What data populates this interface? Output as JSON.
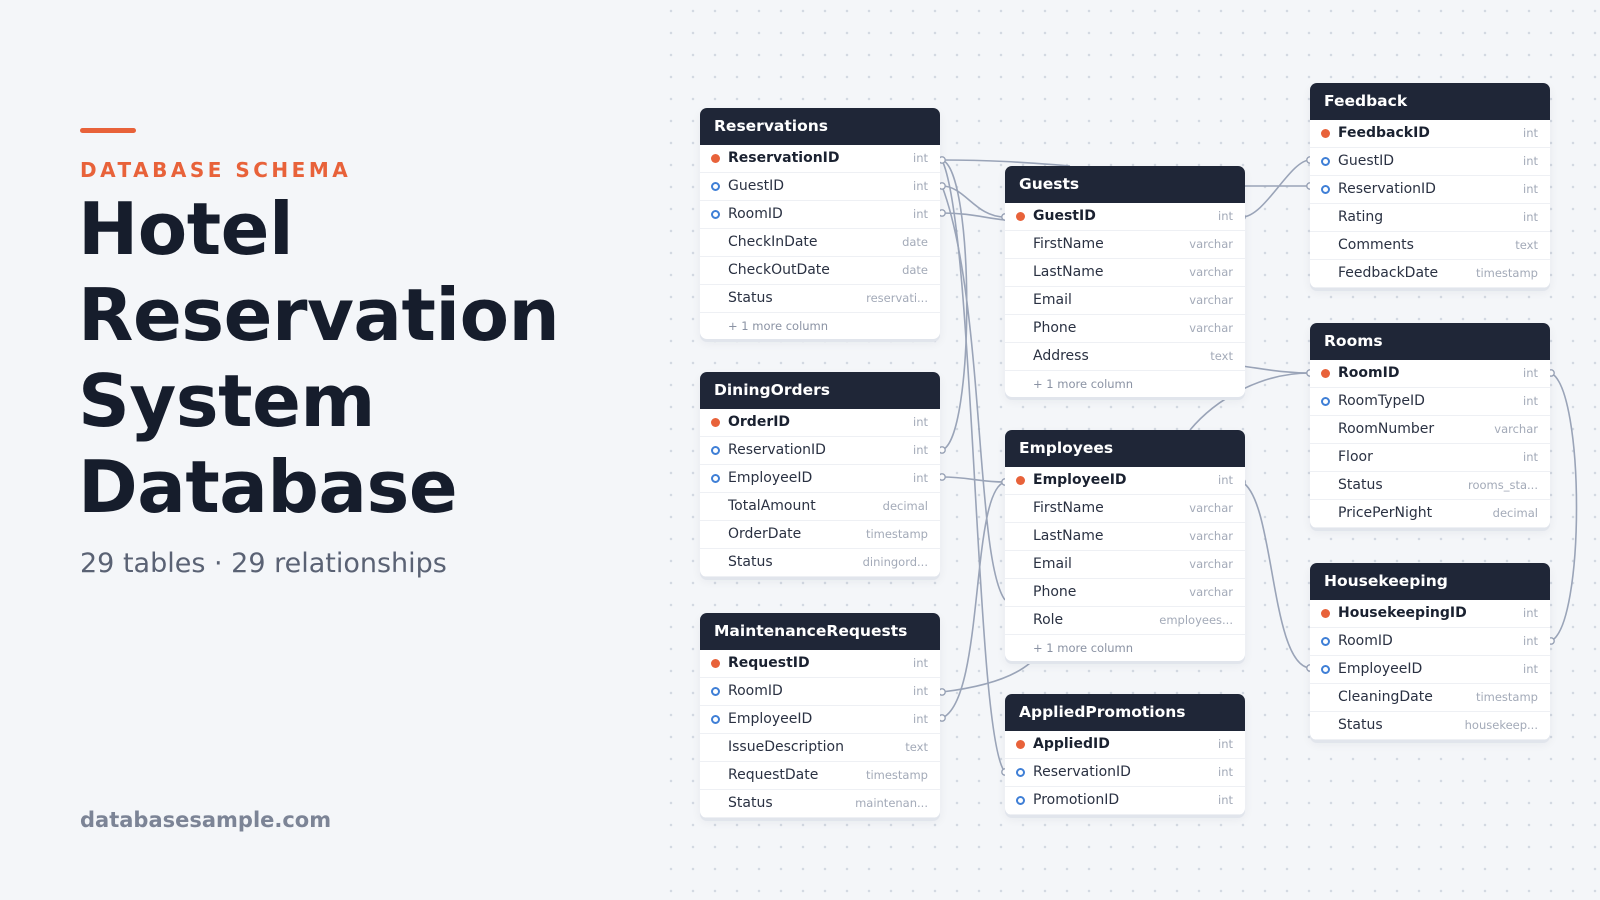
{
  "header": {
    "eyebrow": "DATABASE SCHEMA",
    "title_lines": [
      "Hotel",
      "Reservation",
      "System",
      "Database"
    ],
    "stats": "29 tables · 29 relationships",
    "site": "databasesample.com"
  },
  "colors": {
    "accent": "#e8623a",
    "header_bg": "#1f2637",
    "fk_marker": "#3f7fd6",
    "line": "#9aa4b8"
  },
  "tables": [
    {
      "id": "reservations",
      "name": "Reservations",
      "columns": [
        {
          "name": "ReservationID",
          "type": "int",
          "key": "pk"
        },
        {
          "name": "GuestID",
          "type": "int",
          "key": "fk"
        },
        {
          "name": "RoomID",
          "type": "int",
          "key": "fk"
        },
        {
          "name": "CheckInDate",
          "type": "date",
          "key": ""
        },
        {
          "name": "CheckOutDate",
          "type": "date",
          "key": ""
        },
        {
          "name": "Status",
          "type": "reservati...",
          "key": ""
        }
      ],
      "more": "+ 1 more column"
    },
    {
      "id": "diningorders",
      "name": "DiningOrders",
      "columns": [
        {
          "name": "OrderID",
          "type": "int",
          "key": "pk"
        },
        {
          "name": "ReservationID",
          "type": "int",
          "key": "fk"
        },
        {
          "name": "EmployeeID",
          "type": "int",
          "key": "fk"
        },
        {
          "name": "TotalAmount",
          "type": "decimal",
          "key": ""
        },
        {
          "name": "OrderDate",
          "type": "timestamp",
          "key": ""
        },
        {
          "name": "Status",
          "type": "diningord...",
          "key": ""
        }
      ],
      "more": ""
    },
    {
      "id": "maintenancerequests",
      "name": "MaintenanceRequests",
      "columns": [
        {
          "name": "RequestID",
          "type": "int",
          "key": "pk"
        },
        {
          "name": "RoomID",
          "type": "int",
          "key": "fk"
        },
        {
          "name": "EmployeeID",
          "type": "int",
          "key": "fk"
        },
        {
          "name": "IssueDescription",
          "type": "text",
          "key": ""
        },
        {
          "name": "RequestDate",
          "type": "timestamp",
          "key": ""
        },
        {
          "name": "Status",
          "type": "maintenan...",
          "key": ""
        }
      ],
      "more": ""
    },
    {
      "id": "guests",
      "name": "Guests",
      "columns": [
        {
          "name": "GuestID",
          "type": "int",
          "key": "pk"
        },
        {
          "name": "FirstName",
          "type": "varchar",
          "key": ""
        },
        {
          "name": "LastName",
          "type": "varchar",
          "key": ""
        },
        {
          "name": "Email",
          "type": "varchar",
          "key": ""
        },
        {
          "name": "Phone",
          "type": "varchar",
          "key": ""
        },
        {
          "name": "Address",
          "type": "text",
          "key": ""
        }
      ],
      "more": "+ 1 more column"
    },
    {
      "id": "employees",
      "name": "Employees",
      "columns": [
        {
          "name": "EmployeeID",
          "type": "int",
          "key": "pk"
        },
        {
          "name": "FirstName",
          "type": "varchar",
          "key": ""
        },
        {
          "name": "LastName",
          "type": "varchar",
          "key": ""
        },
        {
          "name": "Email",
          "type": "varchar",
          "key": ""
        },
        {
          "name": "Phone",
          "type": "varchar",
          "key": ""
        },
        {
          "name": "Role",
          "type": "employees...",
          "key": ""
        }
      ],
      "more": "+ 1 more column"
    },
    {
      "id": "appliedpromotions",
      "name": "AppliedPromotions",
      "columns": [
        {
          "name": "AppliedID",
          "type": "int",
          "key": "pk"
        },
        {
          "name": "ReservationID",
          "type": "int",
          "key": "fk"
        },
        {
          "name": "PromotionID",
          "type": "int",
          "key": "fk"
        }
      ],
      "more": ""
    },
    {
      "id": "feedback",
      "name": "Feedback",
      "columns": [
        {
          "name": "FeedbackID",
          "type": "int",
          "key": "pk"
        },
        {
          "name": "GuestID",
          "type": "int",
          "key": "fk"
        },
        {
          "name": "ReservationID",
          "type": "int",
          "key": "fk"
        },
        {
          "name": "Rating",
          "type": "int",
          "key": ""
        },
        {
          "name": "Comments",
          "type": "text",
          "key": ""
        },
        {
          "name": "FeedbackDate",
          "type": "timestamp",
          "key": ""
        }
      ],
      "more": ""
    },
    {
      "id": "rooms",
      "name": "Rooms",
      "columns": [
        {
          "name": "RoomID",
          "type": "int",
          "key": "pk"
        },
        {
          "name": "RoomTypeID",
          "type": "int",
          "key": "fk"
        },
        {
          "name": "RoomNumber",
          "type": "varchar",
          "key": ""
        },
        {
          "name": "Floor",
          "type": "int",
          "key": ""
        },
        {
          "name": "Status",
          "type": "rooms_sta...",
          "key": ""
        },
        {
          "name": "PricePerNight",
          "type": "decimal",
          "key": ""
        }
      ],
      "more": ""
    },
    {
      "id": "housekeeping",
      "name": "Housekeeping",
      "columns": [
        {
          "name": "HousekeepingID",
          "type": "int",
          "key": "pk"
        },
        {
          "name": "RoomID",
          "type": "int",
          "key": "fk"
        },
        {
          "name": "EmployeeID",
          "type": "int",
          "key": "fk"
        },
        {
          "name": "CleaningDate",
          "type": "timestamp",
          "key": ""
        },
        {
          "name": "Status",
          "type": "housekeep...",
          "key": ""
        }
      ],
      "more": ""
    }
  ]
}
